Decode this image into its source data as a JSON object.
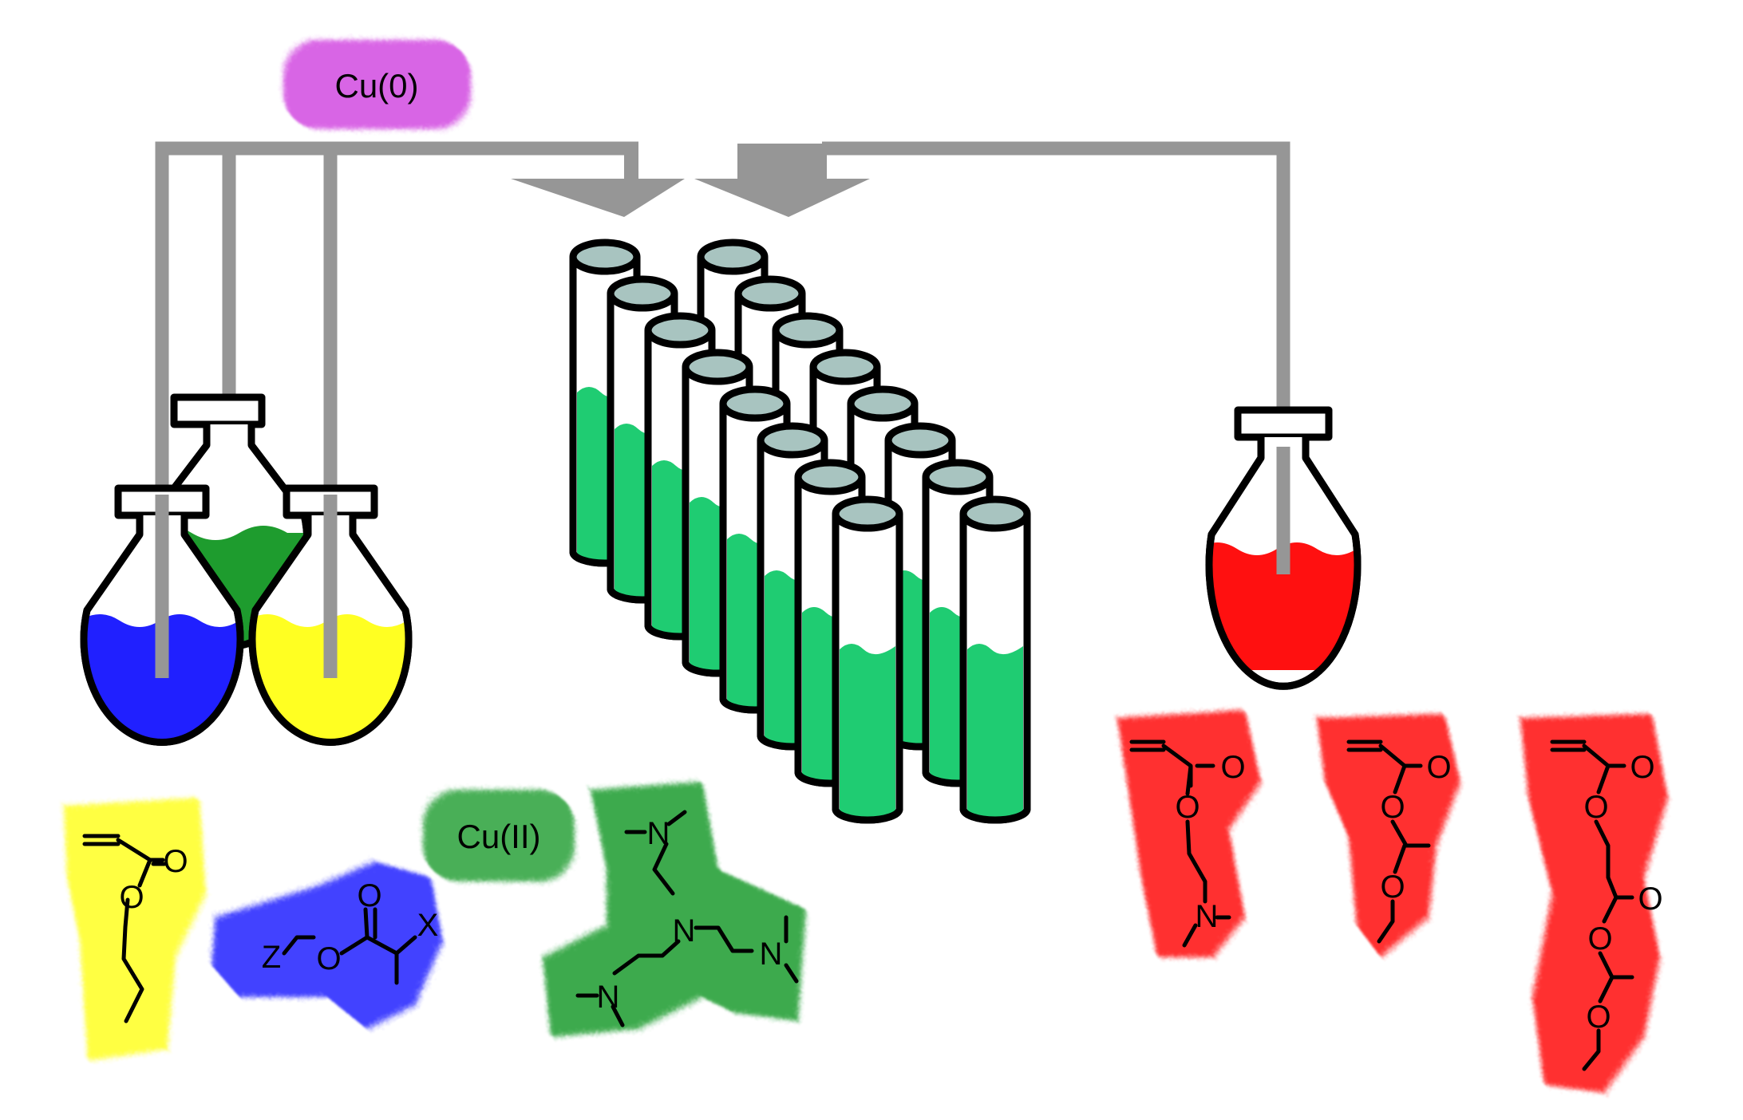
{
  "colors": {
    "cu0": "#cc33dd",
    "acrylate": "#ffff22",
    "initiator": "#2020ff",
    "catalyst": "#1e9c2e",
    "monomers": "#ff1010",
    "pipe": "#969696",
    "tube_liquid": "#1fcc72"
  },
  "labels": {
    "cu0": "Cu(0)",
    "cu2": "Cu(II)"
  },
  "initiator": {
    "z": "Z",
    "o": "O",
    "o_carbonyl": "O",
    "x": "X"
  },
  "butyl_acrylate": {
    "o_carbonyl": "O",
    "o_ester": "O"
  },
  "me6tren": {
    "n_top": "N",
    "n_center": "N",
    "n_left": "N",
    "n_right": "N"
  },
  "monomer_dmaea": {
    "o_carbonyl": "O",
    "o_ester": "O",
    "n": "N"
  },
  "monomer_eea": {
    "o_carbonyl": "O",
    "o_ester": "O",
    "o_ether": "O"
  },
  "monomer_long": {
    "o_carbonyl": "O",
    "o_ester": "O",
    "o_carbonyl2": "O",
    "o_ester2": "O",
    "o_ether": "O"
  }
}
